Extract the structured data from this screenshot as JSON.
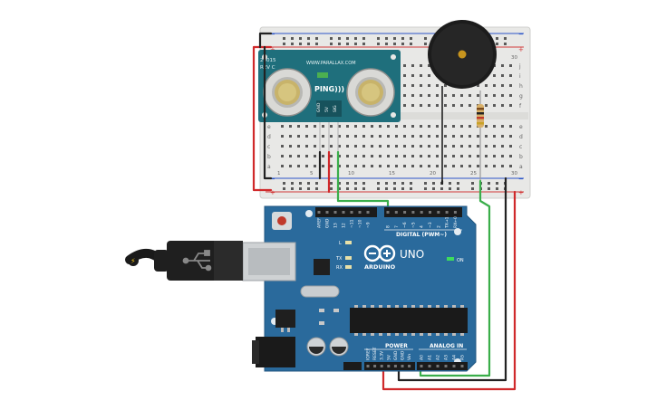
{
  "sensor": {
    "part_id": "28015",
    "rev": "REV C",
    "url": "WWW.PARALLAX.COM",
    "brand": "PING)))",
    "pins": [
      "GND",
      "5V",
      "SIG"
    ]
  },
  "board": {
    "model": "UNO",
    "brand": "ARDUINO",
    "digital_header": "DIGITAL (PWM~)",
    "power_header": "POWER",
    "analog_header": "ANALOG IN",
    "on_label": "ON",
    "led_labels": [
      "L",
      "TX",
      "RX"
    ],
    "top_pins": [
      "AREF",
      "GND",
      "13",
      "12",
      "~11",
      "~10",
      "~9",
      "8",
      "7",
      "~6",
      "~5",
      "4",
      "~3",
      "2",
      "TX→1",
      "RX←0"
    ],
    "power_pins": [
      "IOREF",
      "RESET",
      "3.3V",
      "5V",
      "GND",
      "GND",
      "Vin"
    ],
    "analog_pins": [
      "A0",
      "A1",
      "A2",
      "A3",
      "A4",
      "A5"
    ]
  },
  "breadboard": {
    "rows_top": [
      "j",
      "i",
      "h",
      "g",
      "f"
    ],
    "rows_bottom": [
      "e",
      "d",
      "c",
      "b",
      "a"
    ],
    "column_numbers": [
      "1",
      "5",
      "10",
      "15",
      "20",
      "25",
      "30"
    ]
  },
  "colors": {
    "board_blue": "#2a6a9c",
    "breadboard": "#e8e8e6",
    "wire_red": "#d0292b",
    "wire_black": "#222222",
    "wire_green": "#3aae4a",
    "sensor_teal": "#1f6f7c"
  }
}
